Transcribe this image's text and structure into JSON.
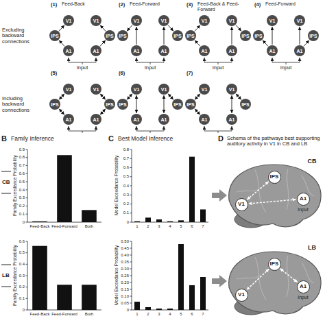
{
  "diagram": {
    "nodes": [
      {
        "text": [
          "V1"
        ]
      },
      {
        "text": [
          "V1"
        ]
      },
      {
        "text": [
          "IPS"
        ]
      },
      {
        "text": [
          "IPS"
        ]
      },
      {
        "text": [
          "A1"
        ]
      },
      {
        "text": [
          "A1"
        ]
      },
      {
        "text": [
          "V1"
        ]
      },
      {
        "text": [
          "V1"
        ]
      },
      {
        "text": [
          "IPS"
        ]
      },
      {
        "text": [
          "IPS"
        ]
      },
      {
        "text": [
          "A1"
        ]
      },
      {
        "text": [
          "A1"
        ]
      },
      {
        "text": [
          "V1"
        ]
      },
      {
        "text": [
          "V1"
        ]
      },
      {
        "text": [
          "IPS"
        ]
      },
      {
        "text": [
          "IPS"
        ]
      },
      {
        "text": [
          "A1"
        ]
      },
      {
        "text": [
          "A1"
        ]
      },
      {
        "text": [
          "V1"
        ]
      },
      {
        "text": [
          "V1"
        ]
      },
      {
        "text": [
          "IPS"
        ]
      },
      {
        "text": [
          "IPS"
        ]
      },
      {
        "text": [
          "A1"
        ]
      },
      {
        "text": [
          "A1"
        ]
      },
      {
        "text": [
          "V1"
        ]
      },
      {
        "text": [
          "V1"
        ]
      },
      {
        "text": [
          "IPS"
        ]
      },
      {
        "text": [
          "IPS"
        ]
      },
      {
        "text": [
          "A1"
        ]
      },
      {
        "text": [
          "A1"
        ]
      },
      {
        "text": [
          "V1"
        ]
      },
      {
        "text": [
          "V1"
        ]
      },
      {
        "text": [
          "IPS"
        ]
      },
      {
        "text": [
          "IPS"
        ]
      },
      {
        "text": [
          "A1"
        ]
      },
      {
        "text": [
          "A1"
        ]
      },
      {
        "text": [
          "V1"
        ]
      },
      {
        "text": [
          "V1"
        ]
      },
      {
        "text": [
          "IPS"
        ]
      },
      {
        "text": [
          "IPS"
        ]
      },
      {
        "text": [
          "A1"
        ]
      },
      {
        "text": [
          "A1"
        ]
      },
      {
        "text": [
          "IPS"
        ]
      },
      {
        "text": [
          "V1"
        ]
      },
      {
        "text": [
          "A1"
        ]
      },
      {
        "text": [
          "IPS"
        ]
      },
      {
        "text": [
          "V1"
        ]
      },
      {
        "text": [
          "A1"
        ]
      }
    ],
    "edges": [
      {
        "from": 4,
        "to": 2,
        "arrow": "to"
      },
      {
        "from": 2,
        "to": 0,
        "arrow": "to"
      },
      {
        "from": 5,
        "to": 3,
        "arrow": "to"
      },
      {
        "from": 3,
        "to": 1,
        "arrow": "to"
      },
      {
        "from": 10,
        "to": 6,
        "arrow": "to"
      },
      {
        "from": 6,
        "to": 8,
        "arrow": "to"
      },
      {
        "from": 11,
        "to": 7,
        "arrow": "to"
      },
      {
        "from": 7,
        "to": 9,
        "arrow": "to"
      },
      {
        "from": 16,
        "to": 14,
        "arrow": "to"
      },
      {
        "from": 14,
        "to": 12,
        "arrow": "to"
      },
      {
        "from": 17,
        "to": 13,
        "arrow": "to"
      },
      {
        "from": 13,
        "to": 15,
        "arrow": "to"
      },
      {
        "from": 22,
        "to": 18,
        "arrow": "to"
      },
      {
        "from": 22,
        "to": 20,
        "arrow": "to"
      },
      {
        "from": 23,
        "to": 19,
        "arrow": "to"
      },
      {
        "from": 23,
        "to": 21,
        "arrow": "to"
      },
      {
        "from": 28,
        "to": 26,
        "arrow": "both"
      },
      {
        "from": 26,
        "to": 24,
        "arrow": "both"
      },
      {
        "from": 29,
        "to": 27,
        "arrow": "both"
      },
      {
        "from": 27,
        "to": 25,
        "arrow": "both"
      },
      {
        "from": 34,
        "to": 30,
        "arrow": "both"
      },
      {
        "from": 30,
        "to": 32,
        "arrow": "both"
      },
      {
        "from": 35,
        "to": 31,
        "arrow": "both"
      },
      {
        "from": 31,
        "to": 33,
        "arrow": "both"
      },
      {
        "from": 40,
        "to": 38,
        "arrow": "both"
      },
      {
        "from": 38,
        "to": 36,
        "arrow": "both"
      },
      {
        "from": 41,
        "to": 37,
        "arrow": "both"
      },
      {
        "from": 37,
        "to": 39,
        "arrow": "both"
      },
      {
        "from": 44,
        "to": 43,
        "arrow": "both"
      },
      {
        "from": 43,
        "to": 42,
        "arrow": "both"
      },
      {
        "from": 47,
        "to": 45,
        "arrow": "both"
      },
      {
        "from": 45,
        "to": 46,
        "arrow": "both"
      }
    ],
    "labels": [
      "(1)",
      "Feed-Back",
      "(2)",
      "Feed-Forward",
      "(3)",
      "Feed-Back & Feed-Forward",
      "(4)",
      "Feed-Forward",
      "Excluding backward connections",
      "Input",
      "Input",
      "Input",
      "Input",
      "(5)",
      "(6)",
      "(7)",
      "Including backward connections",
      "B",
      "Family Inference",
      "C",
      "Best Model Inference",
      "D",
      "Schema of the pathways best supporting auditory activity in V1 in CB and LB",
      "CB",
      "Input",
      "CB",
      "Family Exceedance Probability",
      "0",
      "0.1",
      "0.2",
      "0.3",
      "0.4",
      "0.5",
      "0.6",
      "0.7",
      "0.8",
      "0.9",
      "Feed-Back",
      "Feed-Forward",
      "Both",
      "Model Exceedance Probability",
      "0",
      "0.1",
      "0.2",
      "0.3",
      "0.4",
      "0.5",
      "0.6",
      "0.7",
      "0.8",
      "1",
      "2",
      "3",
      "4",
      "5",
      "6",
      "7",
      "LB",
      "Input",
      "LB",
      "Family Exceedance Probability",
      "0",
      "0.1",
      "0.2",
      "0.3",
      "0.4",
      "0.5",
      "0.6",
      "Feed-Back",
      "Feed-Forward",
      "Both",
      "Model Exceedance Probability",
      "0",
      "0.05",
      "0.10",
      "0.15",
      "0.20",
      "0.25",
      "0.30",
      "0.35",
      "0.40",
      "0.45",
      "0.50",
      "1",
      "2",
      "3",
      "4",
      "5",
      "6",
      "7"
    ]
  }
}
